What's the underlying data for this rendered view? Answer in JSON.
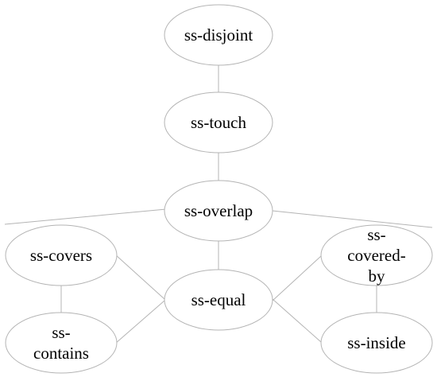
{
  "diagram": {
    "type": "graph",
    "nodes": [
      {
        "id": "disjoint",
        "label": "ss-disjoint"
      },
      {
        "id": "touch",
        "label": "ss-touch"
      },
      {
        "id": "overlap",
        "label": "ss-overlap"
      },
      {
        "id": "covers",
        "label": "ss-covers"
      },
      {
        "id": "covered_by",
        "label": "ss-covered-by",
        "lines": [
          "ss-",
          "covered-",
          "by"
        ]
      },
      {
        "id": "equal",
        "label": "ss-equal"
      },
      {
        "id": "contains",
        "label": "ss-contains",
        "lines": [
          "ss-",
          "contains"
        ]
      },
      {
        "id": "inside",
        "label": "ss-inside"
      }
    ],
    "edges": [
      [
        "disjoint",
        "touch"
      ],
      [
        "touch",
        "overlap"
      ],
      [
        "overlap",
        "covers"
      ],
      [
        "overlap",
        "equal"
      ],
      [
        "overlap",
        "covered_by"
      ],
      [
        "covers",
        "equal"
      ],
      [
        "covers",
        "contains"
      ],
      [
        "covered_by",
        "equal"
      ],
      [
        "covered_by",
        "inside"
      ],
      [
        "equal",
        "contains"
      ],
      [
        "equal",
        "inside"
      ]
    ]
  }
}
